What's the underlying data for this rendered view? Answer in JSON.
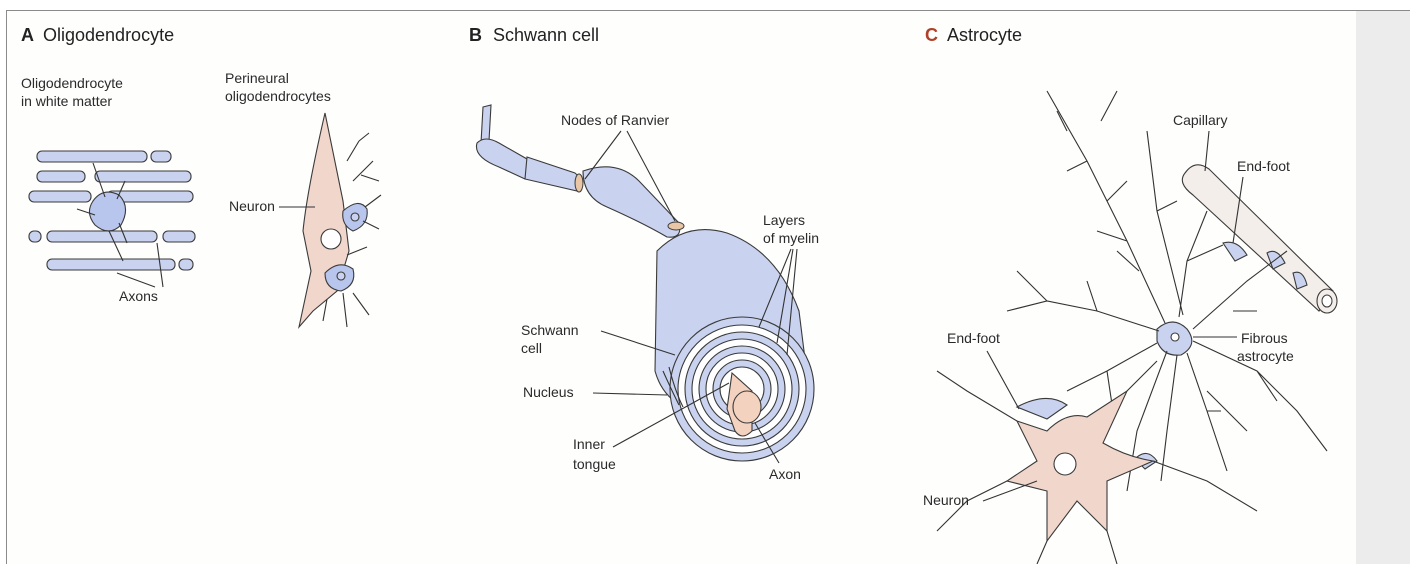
{
  "panel_a": {
    "letter": "A",
    "title": "Oligodendrocyte",
    "sub_label_line1": "Oligodendrocyte",
    "sub_label_line2": "in white matter",
    "perineural_line1": "Perineural",
    "perineural_line2": "oligodendrocytes",
    "neuron": "Neuron",
    "axons": "Axons"
  },
  "panel_b": {
    "letter": "B",
    "title": "Schwann cell",
    "nodes": "Nodes of Ranvier",
    "layers_line1": "Layers",
    "layers_line2": "of myelin",
    "schwann_line1": "Schwann",
    "schwann_line2": "cell",
    "nucleus": "Nucleus",
    "inner_line1": "Inner",
    "inner_line2": "tongue",
    "axon": "Axon"
  },
  "panel_c": {
    "letter": "C",
    "title": "Astrocyte",
    "capillary": "Capillary",
    "end_foot_top": "End-foot",
    "end_foot_left": "End-foot",
    "fibrous_line1": "Fibrous",
    "fibrous_line2": "astrocyte",
    "neuron": "Neuron"
  },
  "colors": {
    "glia_blue": "#c9d3ef",
    "neuron_pink": "#f1d6cc",
    "axon_tan": "#f3d2c0",
    "panel_c_letter": "#b0402a"
  }
}
